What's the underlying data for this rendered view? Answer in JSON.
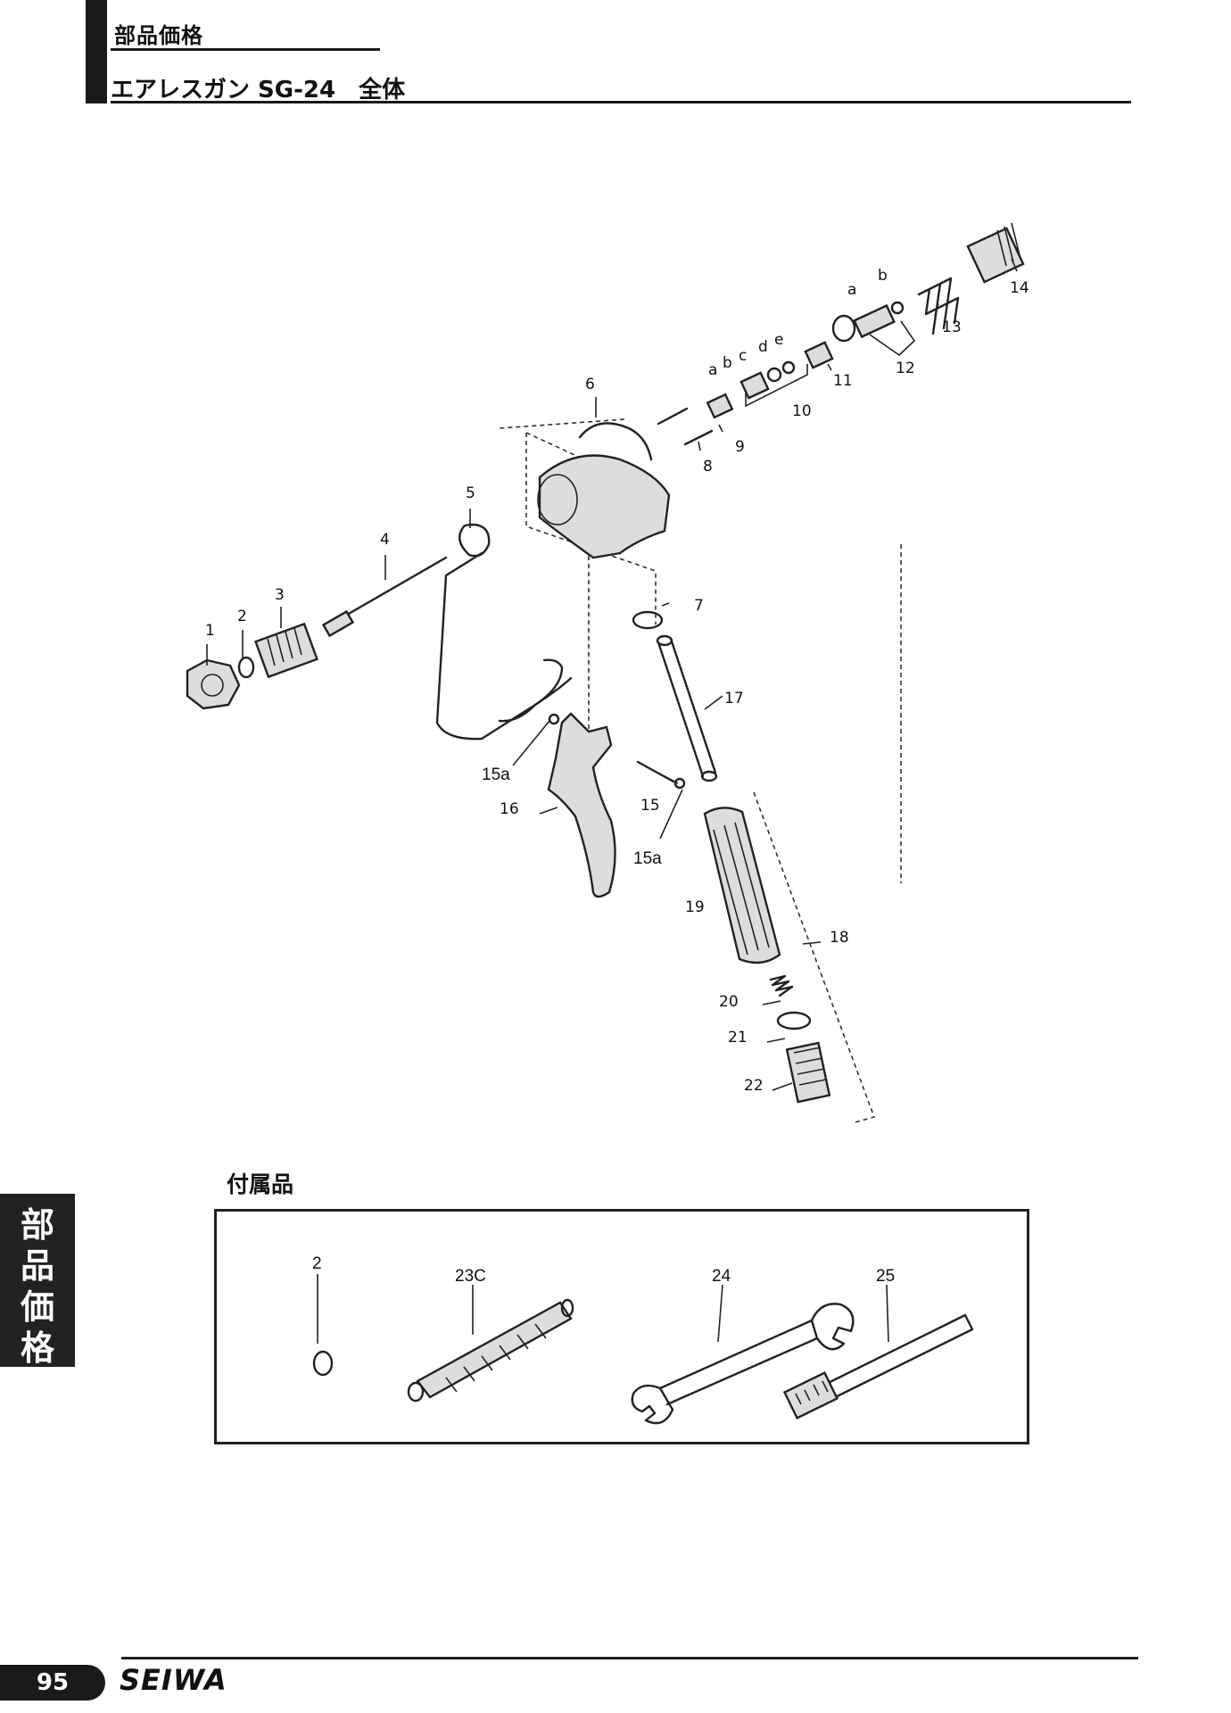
{
  "header": {
    "section": "部品価格",
    "title": "エアレスガン SG-24　全体"
  },
  "side_tab": {
    "chars": [
      "部",
      "品",
      "価",
      "格"
    ]
  },
  "diagram": {
    "part_labels": {
      "p1": "1",
      "p2": "2",
      "p3": "3",
      "p4": "4",
      "p5": "5",
      "p6": "6",
      "p7": "7",
      "p8": "8",
      "p9": "9",
      "p10": "10",
      "p11": "11",
      "p12": "12",
      "p13": "13",
      "p14": "14",
      "p15": "15",
      "p15a_1": "15a",
      "p15a_2": "15a",
      "p16": "16",
      "p17": "17",
      "p18": "18",
      "p19": "19",
      "p20": "20",
      "p21": "21",
      "p22": "22",
      "s10a": "a",
      "s10b": "b",
      "s10c": "c",
      "s10d": "d",
      "s10e": "e",
      "s12a": "a",
      "s12b": "b"
    }
  },
  "accessories": {
    "title": "付属品",
    "labels": {
      "a2": "2",
      "a23c": "23C",
      "a24": "24",
      "a25": "25"
    }
  },
  "footer": {
    "page_number": "95",
    "brand": "SEIWA"
  }
}
